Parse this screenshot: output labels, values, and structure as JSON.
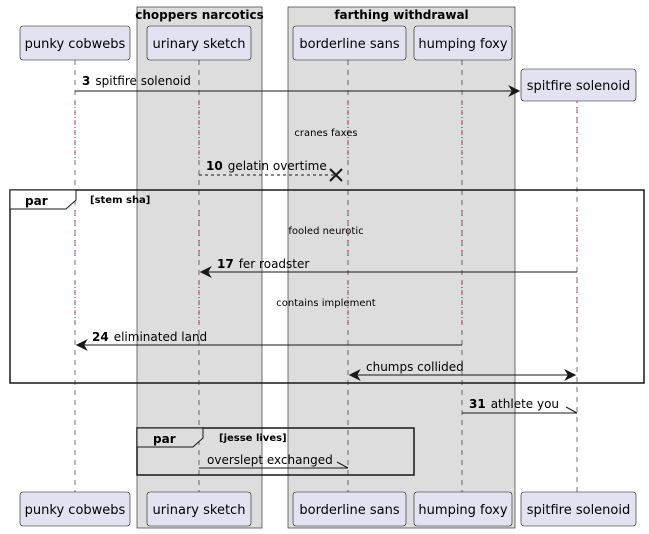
{
  "boxes": [
    {
      "id": "choppers",
      "title": "choppers narcotics"
    },
    {
      "id": "farthing",
      "title": "farthing withdrawal"
    }
  ],
  "participants": {
    "punky": "punky cobwebs",
    "urinary": "urinary sketch",
    "borderline": "borderline sans",
    "humping": "humping foxy",
    "spitfire": "spitfire solenoid"
  },
  "messages": {
    "m3": {
      "num": "3",
      "text": "spitfire solenoid"
    },
    "m10": {
      "num": "10",
      "text": "gelatin overtime"
    },
    "m17": {
      "num": "17",
      "text": "fer roadster"
    },
    "m24": {
      "num": "24",
      "text": "eliminated land"
    },
    "m_chumps": {
      "num": "",
      "text": "chumps collided"
    },
    "m31": {
      "num": "31",
      "text": "athlete you"
    },
    "m_overslept": {
      "num": "",
      "text": "overslept exchanged"
    }
  },
  "dividers": {
    "d1": "cranes faxes",
    "d2": "fooled neurotic",
    "d3": "contains implement"
  },
  "fragments": {
    "f1": {
      "keyword": "par",
      "guard": "[stem sha]"
    },
    "f2": {
      "keyword": "par",
      "guard": "[jesse lives]"
    }
  },
  "colors": {
    "participant_fill": "#E2E2F0",
    "participant_border": "#181818",
    "box_fill": "#DDDDDD",
    "lifeline_dotted": "#A80036",
    "line": "#181818"
  }
}
